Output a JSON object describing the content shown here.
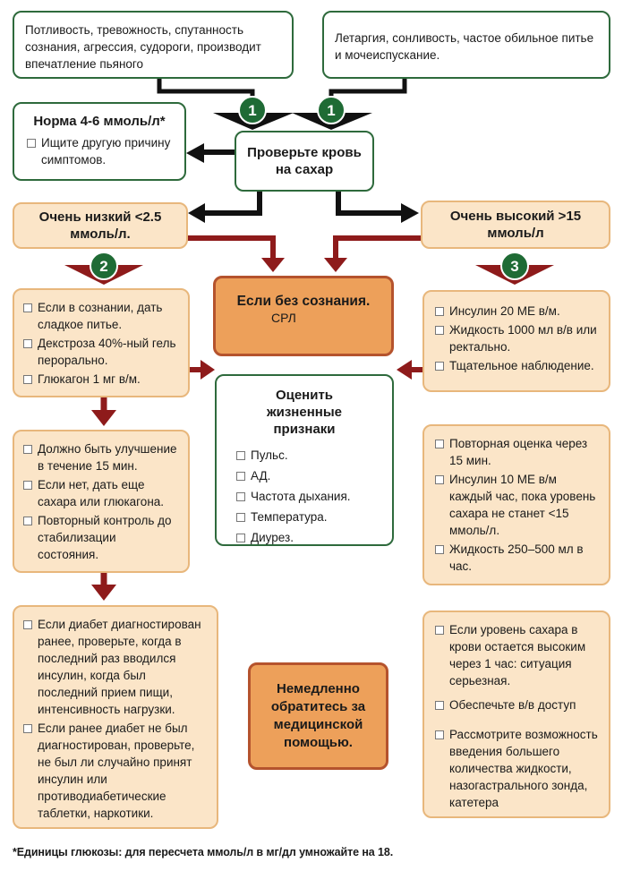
{
  "symptoms_hypo": "Потливость, тревожность, спутанность сознания, агрессия, судороги, производит впечатление пьяного",
  "symptoms_hyper": "Летаргия, сонливость, частое обильное питье и мочеиспускание.",
  "norm": {
    "title": "Норма 4-6 ммоль/л*",
    "items": [
      "Ищите другую причину симптомов."
    ]
  },
  "check": "Проверьте кровь на сахар",
  "very_low": "Очень низкий <2.5 ммоль/л.",
  "very_high": "Очень высокий >15 ммоль/л",
  "unconscious": {
    "title": "Если без сознания.",
    "text": "СРЛ"
  },
  "badges": {
    "b1a": "1",
    "b1b": "1",
    "b2": "2",
    "b3": "3"
  },
  "low_step1": [
    "Если в сознании, дать сладкое питье.",
    "Декстроза 40%-ный гель перорально.",
    "Глюкагон 1 мг в/м."
  ],
  "low_step2": [
    "Должно быть улучшение в течение 15 мин.",
    "Если нет, дать еще сахара или глюкагона.",
    "Повторный контроль до стабилизации состояния."
  ],
  "low_step3": [
    "Если диабет диагностирован ранее, проверьте, когда в последний раз вводился инсулин, когда был последний прием пищи, интенсивность нагрузки.",
    "Если ранее диабет не был диагностирован, проверьте, не был ли случайно принят инсулин или противодиабетические таблетки, наркотики."
  ],
  "vitals": {
    "title": "Оценить жизненные признаки",
    "items": [
      "Пульс.",
      "АД.",
      "Частота дыхания.",
      "Температура.",
      "Диурез."
    ]
  },
  "high_step1": [
    "Инсулин 20 МЕ в/м.",
    "Жидкость 1000 мл в/в или ректально.",
    "Тщательное наблюдение."
  ],
  "high_step2": [
    "Повторная оценка через 15 мин.",
    "Инсулин 10 МЕ в/м каждый час, пока уровень сахара не станет <15 ммоль/л.",
    "Жидкость 250–500 мл в час."
  ],
  "high_step3": [
    "Если уровень сахара в крови остается высоким через 1 час: ситуация серьезная.",
    "Обеспечьте в/в доступ",
    "Рассмотрите возможность введения большего количества жидкости, назогастрального зонда, катетера"
  ],
  "urgent": "Немедленно обратитесь за медицинской помощью.",
  "footnote": "*Единицы глюкозы: для пересчета ммоль/л в мг/дл умножайте на 18.",
  "colors": {
    "green": "#2e6a3c",
    "peach": "#fbe5c8",
    "orange": "#eda05a",
    "dark_red": "#8e1b1b"
  }
}
